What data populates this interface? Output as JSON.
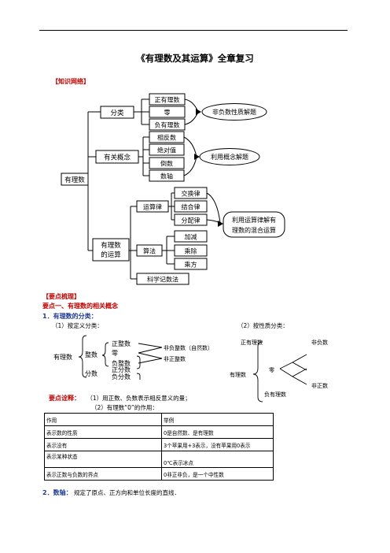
{
  "doc": {
    "title": "《有理数及其运算》全章复习",
    "section_knowledge_network": "【知识网络】",
    "section_key_points": "【要点梳理】",
    "point1_heading": "要点一、有理数的相关概念",
    "item1_label": "1．有理数的分类：",
    "def_label": "（1）按定义分类：",
    "prop_label": "（2）按性质分类：",
    "note_label": "要点诠释：",
    "note1": "（1）用正数、负数表示相反意义的量；",
    "note2": "（2）有理数“0”的作用：",
    "item2_label": "2．数轴：",
    "item2_text": "规定了原点、正方向和单位长度的直线．"
  },
  "network": {
    "root": "有理数",
    "b1": "分类",
    "b1_items": [
      "正有理数",
      "零",
      "负有理数"
    ],
    "b1_target": "非负数性质解题",
    "b2": "有关概念",
    "b2_items": [
      "相反数",
      "绝对值",
      "倒数",
      "数轴"
    ],
    "b2_target": "利用概念解题",
    "b3_line1": "有理数",
    "b3_line2": "的运算",
    "b3a": "运算律",
    "b3a_items": [
      "交换律",
      "结合律",
      "分配律"
    ],
    "b3b": "算法",
    "b3b_items": [
      "加减",
      "乘除",
      "乘方"
    ],
    "b3_target_line1": "利用运算律解有",
    "b3_target_line2": "理数的混合运算",
    "b3c": "科学记数法"
  },
  "def_tree": {
    "root": "有理数",
    "integer": "整数",
    "fraction": "分数",
    "integer_items": [
      "正整数",
      "零",
      "负整数"
    ],
    "fraction_items": [
      "正分数",
      "负分数"
    ],
    "nonneg": "非负整数（自然数）",
    "nonpos": "非正整数"
  },
  "prop_tree": {
    "root": "有理数",
    "items": [
      "正有理数",
      "零",
      "负有理数"
    ],
    "nonneg": "非负数",
    "nonpos": "非正数"
  },
  "roles_table": {
    "headers": [
      "作用",
      "举例"
    ],
    "rows": [
      [
        "表示数的性质",
        "0是自然数、是有理数"
      ],
      [
        "表示没有",
        "3个苹果用+3表示，没有苹果用0表示"
      ],
      [
        "表示某种状态",
        "0℃表示冰点"
      ],
      [
        "表示正数与负数的界点",
        "0非正非负，是一个中性数"
      ]
    ]
  }
}
